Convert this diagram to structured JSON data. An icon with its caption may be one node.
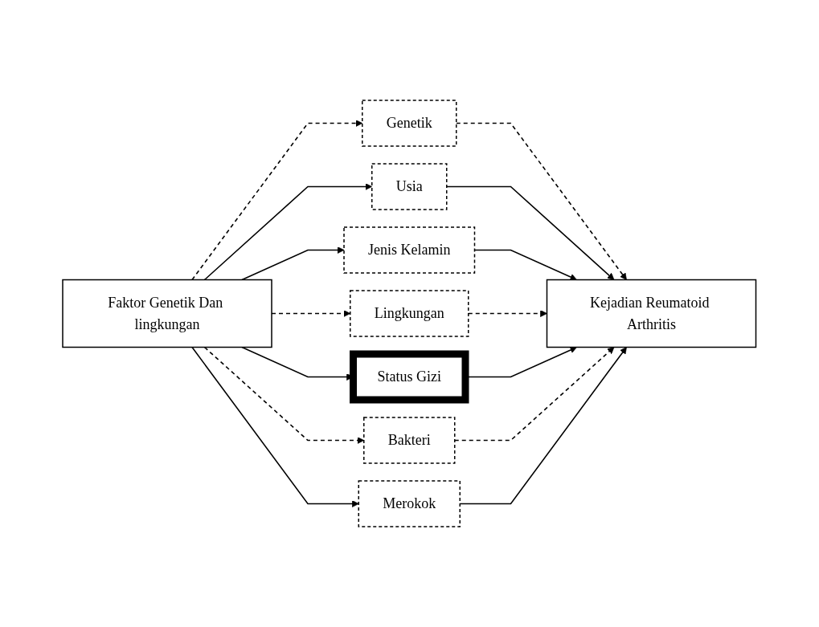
{
  "diagram": {
    "nodes": [
      {
        "text": [
          "Faktor Genetik Dan lingkungan"
        ]
      },
      {
        "text": [
          "Genetik"
        ]
      },
      {
        "text": [
          "Usia"
        ]
      },
      {
        "text": [
          "Jenis Kelamin"
        ]
      },
      {
        "text": [
          "Lingkungan"
        ]
      },
      {
        "text": [
          "Status Gizi"
        ]
      },
      {
        "text": [
          "Bakteri"
        ]
      },
      {
        "text": [
          "Merokok"
        ]
      },
      {
        "text": [
          "Kejadian Reumatoid Arthritis"
        ]
      }
    ],
    "edges": [
      {
        "from": 0,
        "to": 1,
        "arrow": "to",
        "style": "dashed"
      },
      {
        "from": 0,
        "to": 2,
        "arrow": "to"
      },
      {
        "from": 0,
        "to": 3,
        "arrow": "to"
      },
      {
        "from": 0,
        "to": 4,
        "arrow": "to",
        "style": "dashed"
      },
      {
        "from": 0,
        "to": 5,
        "arrow": "to"
      },
      {
        "from": 0,
        "to": 6,
        "arrow": "to",
        "style": "dashed"
      },
      {
        "from": 0,
        "to": 7,
        "arrow": "to"
      },
      {
        "from": 1,
        "to": 8,
        "arrow": "to",
        "style": "dashed"
      },
      {
        "from": 2,
        "to": 8,
        "arrow": "to"
      },
      {
        "from": 3,
        "to": 8,
        "arrow": "to"
      },
      {
        "from": 4,
        "to": 8,
        "arrow": "to",
        "style": "dashed"
      },
      {
        "from": 5,
        "to": 8,
        "arrow": "to"
      },
      {
        "from": 6,
        "to": 8,
        "arrow": "to",
        "style": "dashed"
      },
      {
        "from": 7,
        "to": 8,
        "arrow": "to"
      }
    ]
  }
}
